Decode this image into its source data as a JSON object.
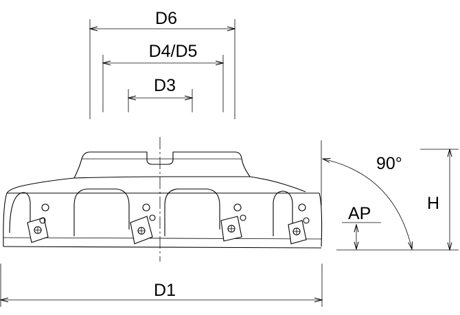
{
  "labels": {
    "d6": "D6",
    "d4_d5": "D4/D5",
    "d3": "D3",
    "d1": "D1",
    "h": "H",
    "ap": "AP",
    "angle": "90°"
  }
}
